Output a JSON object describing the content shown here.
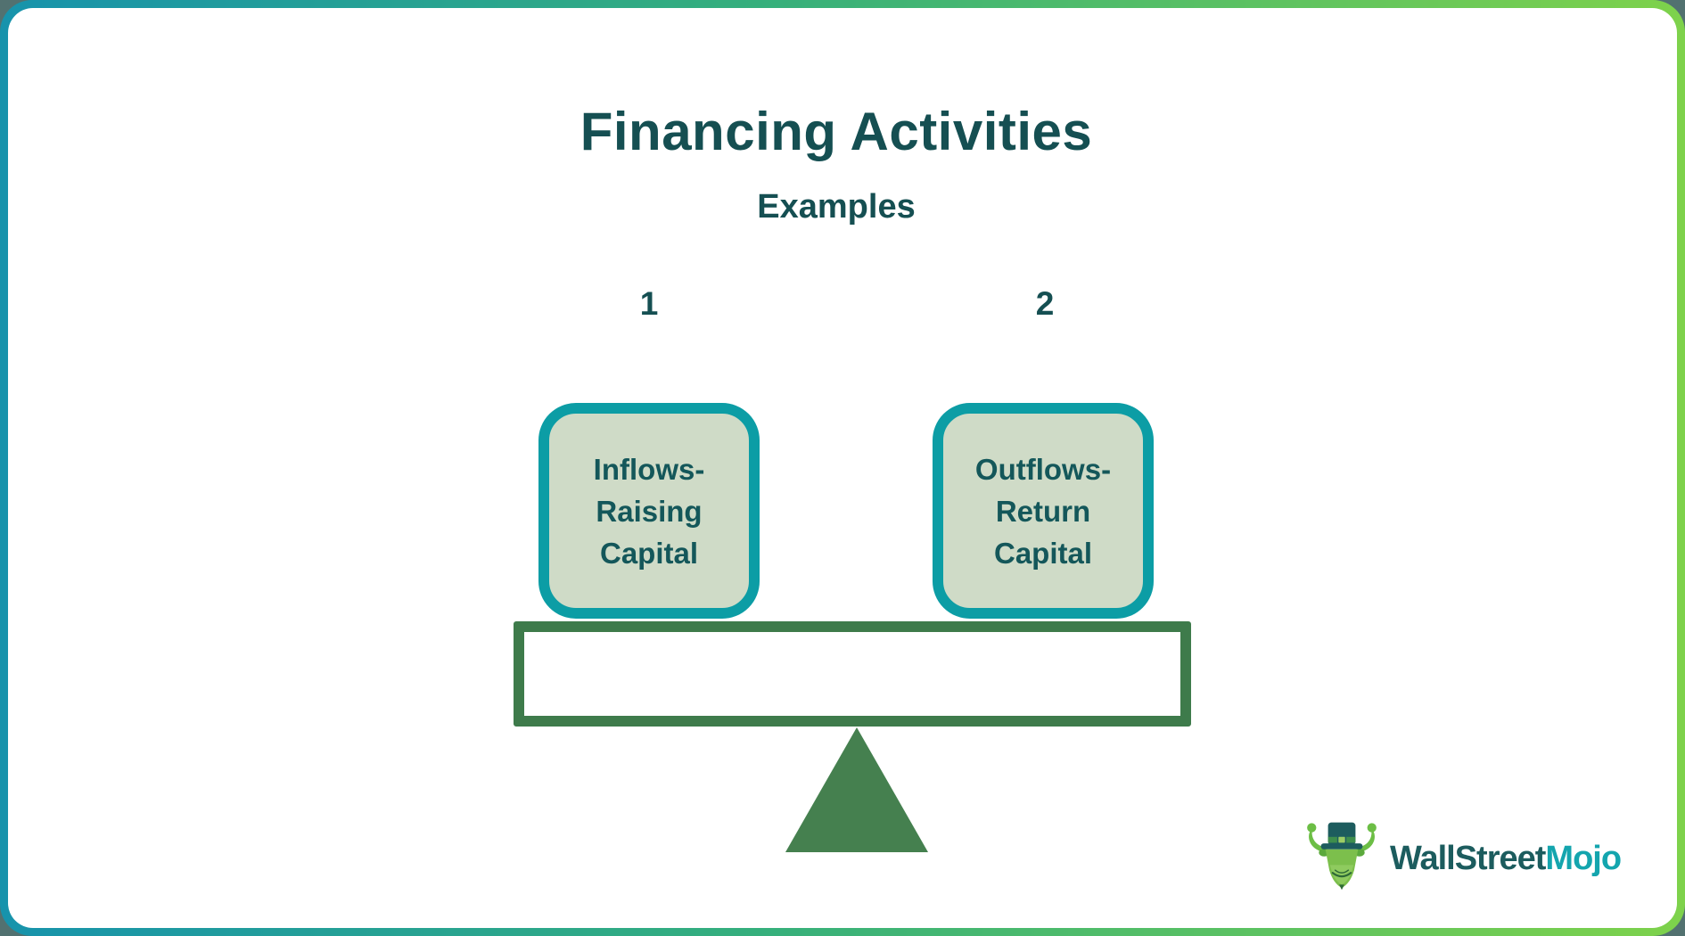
{
  "header": {
    "title": "Financing Activities",
    "subtitle": "Examples"
  },
  "examples": [
    {
      "number": "1",
      "label": "Inflows-\nRaising\nCapital"
    },
    {
      "number": "2",
      "label": "Outflows-\nReturn\nCapital"
    }
  ],
  "balance": {
    "type": "seesaw-balance-diagram"
  },
  "logo": {
    "brand_part1": "WallStreet",
    "brand_part2": "Mojo",
    "mascot": "bull-with-top-hat"
  },
  "colors": {
    "background_corner": "#527170",
    "frame_gradient_start": "#1793AC",
    "frame_gradient_mid": "#35AF7C",
    "frame_gradient_end": "#7ED24B",
    "card_background": "#FFFFFF",
    "heading_text": "#154F52",
    "box_border": "#0C9DA5",
    "box_fill": "#CFDBC7",
    "box_text": "#14575A",
    "beam_green": "#3E7B4B",
    "fulcrum_green": "#45804F",
    "logo_dark_teal": "#1C5C5E",
    "logo_bright_teal": "#14A5AE",
    "mascot_green": "#7CBF4C"
  }
}
